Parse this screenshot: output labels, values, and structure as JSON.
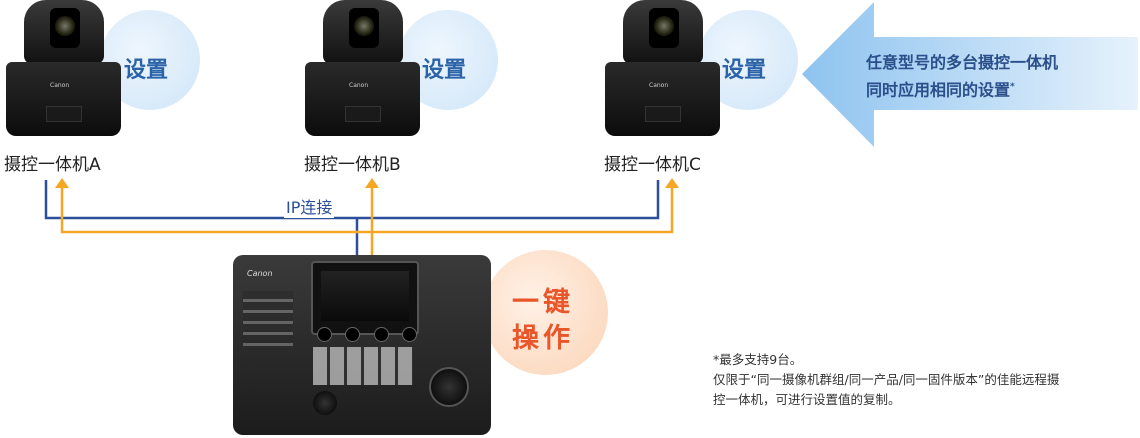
{
  "cameras": [
    {
      "name": "摄控一体机A",
      "setting_label": "设置"
    },
    {
      "name": "摄控一体机B",
      "setting_label": "设置"
    },
    {
      "name": "摄控一体机C",
      "setting_label": "设置"
    }
  ],
  "arrow": {
    "line1": "任意型号的多台摄控一体机",
    "line2": "同时应用相同的设置",
    "asterisk": "*"
  },
  "connection_label": "IP连接",
  "controller": {
    "brand": "Canon",
    "one_touch_line1": "一键",
    "one_touch_line2": "操作"
  },
  "note": {
    "line1": "*最多支持9台。",
    "line2": "仅限于“同一摄像机群组/同一产品/同一固件版本”的佳能远程摄",
    "line3": "控一体机，可进行设置值的复制。"
  },
  "colors": {
    "blue_line": "#2b4f9a",
    "orange_line": "#f5a623",
    "label_blue": "#2b63a9",
    "one_touch": "#e8562a"
  }
}
